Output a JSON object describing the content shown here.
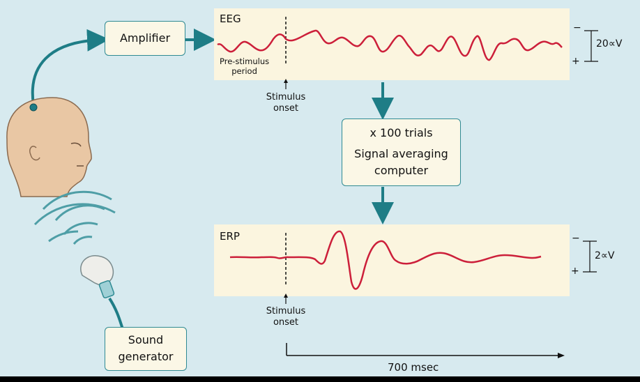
{
  "boxes": {
    "amplifier": "Amplifier",
    "trials": "x 100 trials",
    "averaging_line1": "Signal averaging",
    "averaging_line2": "computer",
    "sound_line1": "Sound",
    "sound_line2": "generator"
  },
  "eeg_panel": {
    "title": "EEG",
    "pre_stim_line1": "Pre-stimulus",
    "pre_stim_line2": "period",
    "stim_line1": "Stimulus",
    "stim_line2": "onset",
    "scale_label": "20∝V",
    "minus": "−",
    "plus": "+"
  },
  "erp_panel": {
    "title": "ERP",
    "stim_line1": "Stimulus",
    "stim_line2": "onset",
    "scale_label": "2∝V",
    "minus": "−",
    "plus": "+"
  },
  "time_axis": {
    "label": "700 msec"
  },
  "colors": {
    "background": "#d7eaef",
    "arrow_teal": "#1e7d86",
    "trace_red": "#cc1f3a",
    "panel": "#fbf5df",
    "box_border": "#2f8a93",
    "skin": "#e9c7a4"
  },
  "icons": [
    "head-profile-icon",
    "electrode-icon",
    "speaker-icon",
    "sound-wave-icon"
  ]
}
